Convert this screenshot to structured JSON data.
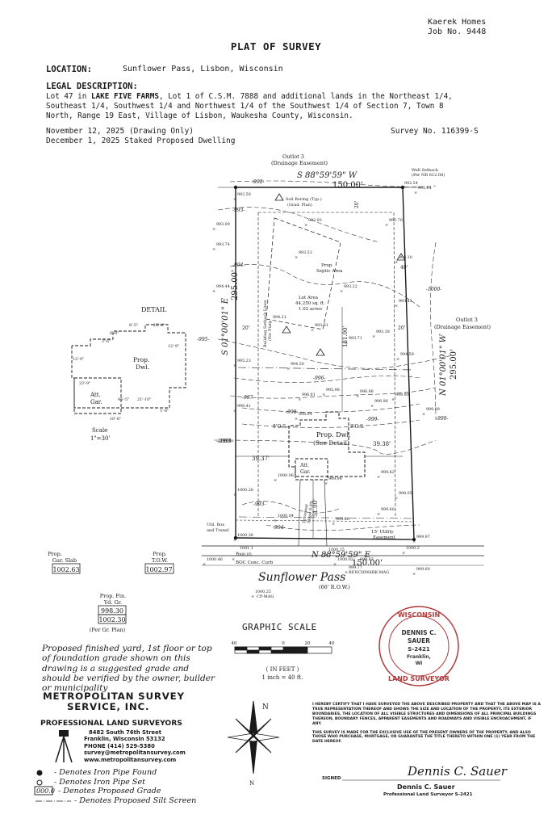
{
  "header": {
    "company": "Kaerek Homes",
    "job": "Job No. 9448",
    "title": "PLAT OF SURVEY",
    "location_label": "LOCATION:",
    "location_value": "Sunflower Pass, Lisbon, Wisconsin",
    "legal_label": "LEGAL DESCRIPTION:",
    "legal_line1_pre": "Lot 47 in ",
    "legal_line1_bold": "LAKE FIVE FARMS",
    "legal_line1_post": ", Lot 1 of C.S.M. 7888 and additional lands in the Northeast 1/4,",
    "legal_line2": "Southeast 1/4, Southwest 1/4 and Northwest 1/4 of the Southwest 1/4 of Section 7, Town 8",
    "legal_line3": "North, Range 19 East, Village of Lisbon, Waukesha County, Wisconsin.",
    "date1": "November 12, 2025 (Drawing Only)",
    "date2": "December 1, 2025 Staked Proposed Dwelling",
    "survey_no": "Survey No. 116399-S"
  },
  "plat": {
    "outlot_top": "Outlot 3",
    "drainage_top": "(Drainage Easement)",
    "north_bearing": "S 88°59'59\" W",
    "north_dist": "150.00'",
    "south_bearing": "N 88°59'59\" E",
    "south_dist": "150.00'",
    "west_bearing": "S 01°00'01\" E",
    "west_dist": "295.00'",
    "east_bearing": "N 01°00'01\" W",
    "east_dist": "295.00'",
    "outlot_right": "Outlot 3",
    "drainage_right": "(Drainage Easement)",
    "well_setback": "Well Setback",
    "well_setback_sub": "(Per NR 812.08)",
    "soil_boring": "Soil Boring (Typ.)",
    "soil_boring_sub": "(Grad. Plan)",
    "septic": "Prop.",
    "septic_sub": "Septic Area",
    "lot_area": "Lot Area",
    "lot_area_sqft": "44,250 sq. ft.",
    "lot_area_acres": "1.02 acres",
    "building_setback": "Building Setback Lines",
    "building_setback_sub": "(Per Plat)",
    "prop_dwl": "Prop. Dwl.",
    "see_detail": "(See Detail)",
    "att_gar": "Att.",
    "att_gar_sub": "Gar.",
    "driveway": "Driveway",
    "driveway_sub": "Slope 8.0%",
    "util_easement": "15' Utility",
    "util_easement_sub": "Easement",
    "util_box": "Util. Box",
    "util_box_sub": "and Transf.",
    "conc_curb": "BOC Conc. Curb",
    "benchmark": "BENCHMARK-MAG",
    "cp_mag": "CP-MAG",
    "dist_181": "181.00'",
    "dist_51": "51.00'",
    "dist_39_37": "39.37'",
    "dist_39_38": "39.38'",
    "setback_8os_1": "8'O.S.",
    "setback_8os_2": "8'O.S.",
    "dim_20a": "20'",
    "dim_20b": "20'",
    "dim_20c": "20'",
    "dim_40": "40'",
    "street_name": "Sunflower Pass",
    "row": "(66' R.O.W.)",
    "spot_elevations": [
      "992.50",
      "993.09",
      "993.74",
      "994.44",
      "995.23",
      "999.41",
      "1000.28",
      "1000.38",
      "1000.46",
      "1001.1",
      "992.93",
      "993.53",
      "994.21",
      "993.61",
      "994.50",
      "995.98",
      "996.61",
      "998.94",
      "1000.08",
      "999.94",
      "1000.04",
      "999.66",
      "1000.15",
      "1000.05",
      "992.54",
      "992.64",
      "992.70",
      "993.10",
      "993.22",
      "993.45",
      "993.71",
      "993.38",
      "994.59",
      "996.98",
      "998.90",
      "999.09",
      "999.62",
      "999.60",
      "998.05",
      "999.97",
      "1000.2",
      "1000.02",
      "999.87",
      "999.60",
      "1000.25",
      "999.77",
      "996.96"
    ],
    "contours": [
      "992",
      "993",
      "994",
      "995",
      "996",
      "997",
      "998",
      "999",
      "1000",
      "993",
      "994",
      "1000",
      "1001",
      "999"
    ]
  },
  "grades": {
    "gar_label": "Prop.",
    "gar_label2": "Gar. Slab",
    "gar_value": "1002.63",
    "tow_label": "Prop.",
    "tow_label2": "T.O.W.",
    "tow_value": "1002.97",
    "yd_label": "Prop. Fin.",
    "yd_label2": "Yd. Gr.",
    "yd_value1": "998.30",
    "yd_value2": "1002.30",
    "per_plan": "(Per Gr. Plan)"
  },
  "detail": {
    "title": "DETAIL",
    "dwl": "Prop.",
    "dwl2": "Dwl.",
    "gar": "Att.",
    "gar2": "Gar.",
    "scale": "Scale",
    "scale_value": "1\"=30'",
    "dims": [
      "6'-8\"",
      "8'-5\"",
      "15'-8\"",
      "12'-9\"",
      "12'-9\"",
      "2'-6\"",
      "45'-5\"",
      "23'-9\"",
      "21'-10\"",
      "10'-6\"",
      "1'-8\""
    ]
  },
  "graphic_scale": {
    "title": "GRAPHIC SCALE",
    "ticks": [
      "40",
      "0",
      "20",
      "40"
    ],
    "unit": "( IN FEET )",
    "ratio": "1 inch = 40 ft."
  },
  "note": "Proposed finished yard, 1st floor or top of foundation grade shown on this drawing is a suggested grade and should be verified by the owner, builder or municipality",
  "firm": {
    "name1": "METROPOLITAN SURVEY",
    "name2": "SERVICE, INC.",
    "sub": "PROFESSIONAL LAND SURVEYORS",
    "addr1": "8482 South 76th Street",
    "addr2": "Franklin, Wisconsin 53132",
    "phone": "PHONE (414) 529-5380",
    "email": "survey@metropolitansurvey.com",
    "web": "www.metropolitansurvey.com"
  },
  "legend": {
    "iron_pipe_found": "- Denotes Iron Pipe Found",
    "iron_pipe_set": "- Denotes Iron Pipe Set",
    "grade_sample": "000.0",
    "proposed_grade": "- Denotes Proposed Grade",
    "silt_screen": "- Denotes Proposed Silt Screen"
  },
  "seal": {
    "top": "WISCONSIN",
    "name1": "DENNIS C.",
    "name2": "SAUER",
    "number": "S-2421",
    "city": "Franklin,",
    "state": "WI",
    "bottom": "LAND SURVEYOR"
  },
  "north": "N",
  "certification": {
    "p1": "I hereby certify that I have surveyed the above described property and that the above map is a true representation thereof and shows the size and location of the property, its exterior boundaries, the location of all visible structures and dimensions of all principal buildings thereon, boundary fences, apparent easements and roadways and visible encroachment, if any.",
    "p2": "This survey is made for the exclusive use of the present owners of the property, and also those who purchase, mortgage, or guarantee the title thereto within one (1) year from the date hereof.",
    "signed": "SIGNED",
    "signature": "Dennis C. Sauer",
    "signer": "Dennis C. Sauer",
    "signer_title": "Professional Land Surveyor S-2421"
  },
  "colors": {
    "ink": "#1a1a1a",
    "seal": "#b03a3a"
  }
}
